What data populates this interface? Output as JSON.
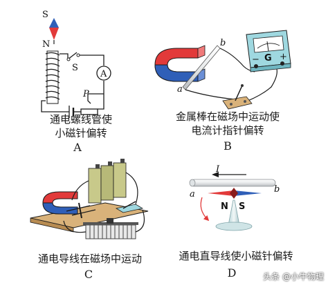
{
  "panels": {
    "A": {
      "caption_line1": "通电螺线管使",
      "caption_line2": "小磁针偏转",
      "letter": "A",
      "labels": {
        "needle_south": "S",
        "needle_north": "N",
        "switch": "S",
        "ammeter": "A",
        "rheostat": "P"
      }
    },
    "B": {
      "caption_line1": "金属棒在磁场中运动使",
      "caption_line2": "电流计指针偏转",
      "letter": "B",
      "labels": {
        "end_a": "a",
        "end_b": "b",
        "galvanometer": "G",
        "minus": "−",
        "plus": "+"
      }
    },
    "C": {
      "caption": "通电导线在磁场中运动",
      "letter": "C"
    },
    "D": {
      "caption": "通电直导线使小磁针偏转",
      "letter": "D",
      "labels": {
        "current": "I",
        "end_a": "a",
        "end_b": "b",
        "north": "N",
        "south": "S"
      }
    }
  },
  "watermark": "头条 @小牛物理",
  "colors": {
    "north_red": "#e23a3a",
    "south_blue": "#2f5fb8",
    "wire_black": "#1a1a1a",
    "meter_cyan": "#9fd8e0",
    "battery_green": "#c8c98a",
    "board_tan": "#d9b27a"
  }
}
